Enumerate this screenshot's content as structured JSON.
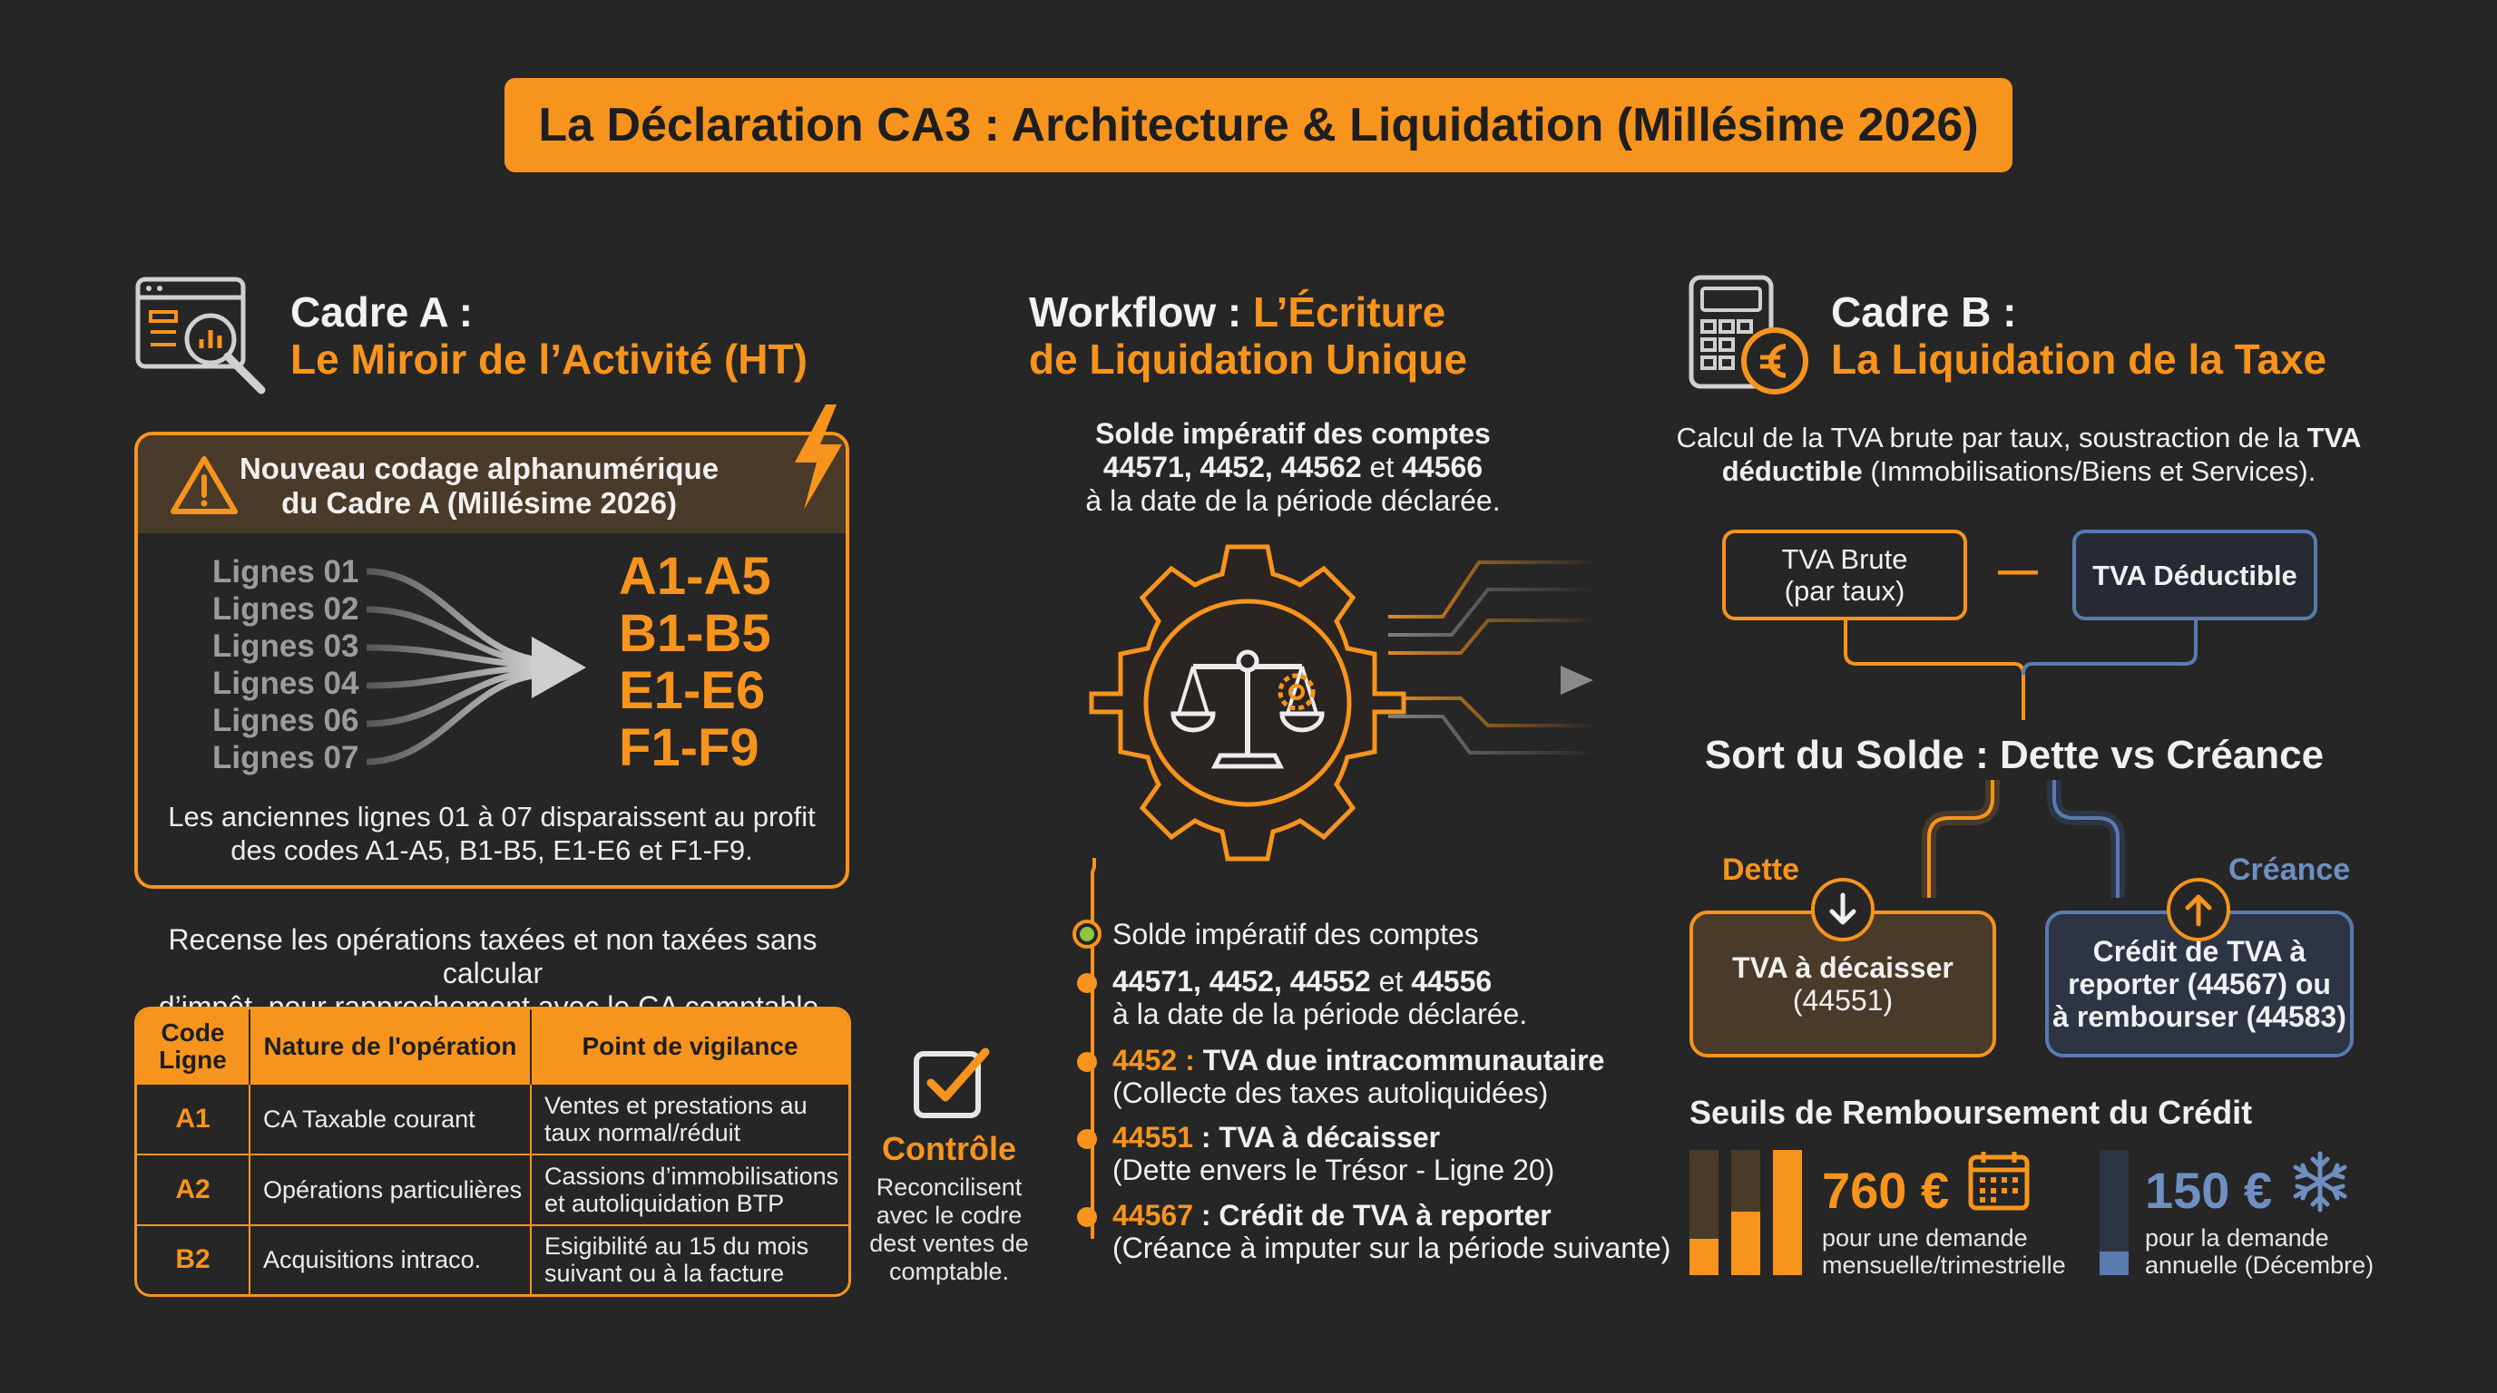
{
  "title": "La Déclaration CA3 : Architecture & Liquidation (Millésime 2026)",
  "left": {
    "heading_line1": "Cadre A :",
    "heading_line2": "Le Miroir de l’Activité (HT)",
    "box_title_line1": "Nouveau codage alphanumérique",
    "box_title_line2": "du Cadre A (Millésime 2026)",
    "old_lines": [
      "Lignes 01",
      "Lignes 02",
      "Lignes 03",
      "Lignes 04",
      "Lignes 06",
      "Lignes 07"
    ],
    "new_codes": [
      "A1-A5",
      "B1-B5",
      "E1-E6",
      "F1-F9"
    ],
    "box_note_line1": "Les anciennes lignes 01 à 07 disparaissent au profit",
    "box_note_line2": "des codes A1-A5, B1-B5, E1-E6 et F1-F9.",
    "summary_line1": "Recense les opérations taxées et non taxées sans calcular",
    "summary_line2": "d’impôt, pour rapprochement avec le CA comptable.",
    "table": {
      "headers": [
        "Code Ligne",
        "Nature de l'opération",
        "Point de vigilance"
      ],
      "rows": [
        {
          "code": "A1",
          "nature": "CA Taxable courant",
          "vigilance_1": "Ventes et prestations au",
          "vigilance_2": "taux normal/réduit"
        },
        {
          "code": "A2",
          "nature": "Opérations particulières",
          "vigilance_1": "Cassions d’immobilisations",
          "vigilance_2": "et autoliquidation BTP"
        },
        {
          "code": "B2",
          "nature": "Acquisitions intraco.",
          "vigilance_1": "Esigibilité au 15 du mois",
          "vigilance_2": "suivant ou à la facture"
        }
      ]
    }
  },
  "controle": {
    "label": "Contrôle",
    "text_lines": [
      "Reconcilisent",
      "avec le codre",
      "dest ventes de",
      "comptable."
    ]
  },
  "center": {
    "heading_white": "Workflow : ",
    "heading_orange_1": "L’Écriture",
    "heading_orange_2": "de Liquidation Unique",
    "intro_line1": "Solde impératif des comptes",
    "intro_line2_bold": "44571, 4452, 44562",
    "intro_line2_mid": " et ",
    "intro_line2_end": "44566",
    "intro_line3": "à la date de la période déclarée.",
    "steps": {
      "s1": "Solde impératif des comptes",
      "s2_bold": "44571, 4452, 44552",
      "s2_mid": " et ",
      "s2_end": "44556",
      "s2_line2": "à la date de la période déclarée.",
      "s3_code": "4452 :",
      "s3_bold": " TVA due intracommunautaire",
      "s3_line2": "(Collecte des taxes autoliquidées)",
      "s4_code": "44551",
      "s4_bold": " : TVA à décaisser",
      "s4_line2": "(Dette envers le Trésor - Ligne 20)",
      "s5_code": "44567",
      "s5_bold": " : Crédit de TVA à reporter",
      "s5_line2": "(Créance à imputer sur la période suivante)"
    }
  },
  "right": {
    "heading_line1": "Cadre B :",
    "heading_line2": "La Liquidation de la Taxe",
    "intro_line1_a": "Calcul de la TVA brute par taux, soustraction de la ",
    "intro_line1_b": "TVA",
    "intro_line2_a": "déductible",
    "intro_line2_b": " (Immobilisations/Biens et Services).",
    "brute_line1": "TVA Brute",
    "brute_line2": "(par taux)",
    "minus": "—",
    "deductible": "TVA Déductible",
    "solde_title": "Sort du Solde : Dette vs Créance",
    "dette_label": "Dette",
    "creance_label": "Créance",
    "dette_box_line1": "TVA à décaisser",
    "dette_box_line2": "(44551)",
    "creance_box_line1": "Crédit de TVA à",
    "creance_box_line2": "reporter (44567) ou",
    "creance_box_line3": "à rembourser (44583)",
    "seuils_title": "Seuils de Remboursement du Crédit",
    "seuil1_amount": "760 €",
    "seuil1_line1": "pour une demande",
    "seuil1_line2": "mensuelle/trimestrielle",
    "seuil2_amount": "150 €",
    "seuil2_line1": "pour la demande",
    "seuil2_line2": "annuelle (Décembre)"
  },
  "colors": {
    "background": "#262627",
    "accent": "#f7941d",
    "blue": "#6f8fc0",
    "brown": "#4a3a2a"
  }
}
